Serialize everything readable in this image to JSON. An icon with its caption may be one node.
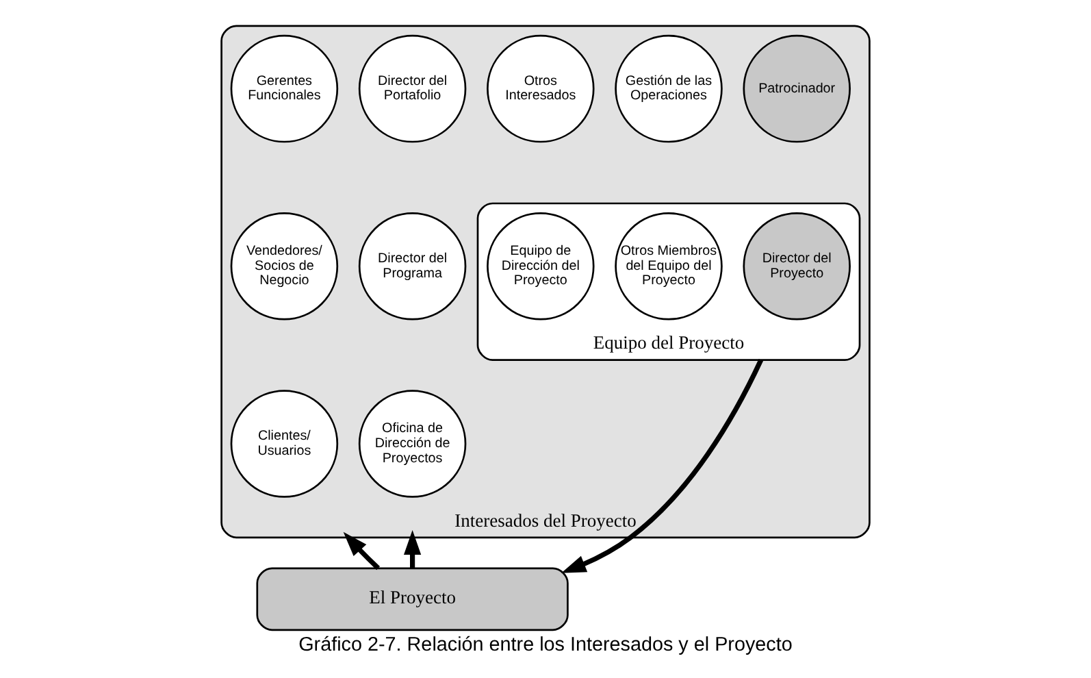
{
  "diagram": {
    "caption": "Gráfico 2-7. Relación entre los Interesados y el Proyecto",
    "nodes": [
      {
        "text": [
          "Interesados del Proyecto"
        ]
      },
      {
        "text": [
          "Director del Portafolio"
        ],
        "in": 0
      },
      {
        "text": [
          "Otros Interesados"
        ],
        "in": 0
      },
      {
        "text": [
          "Patrocinador"
        ],
        "in": 0
      },
      {
        "text": [
          "Gestión de las Operaciones"
        ],
        "in": 0
      },
      {
        "text": [
          "Gerentes Funcionales"
        ],
        "in": 0
      },
      {
        "text": [
          "Equipo del Proyecto"
        ],
        "in": 0
      },
      {
        "text": [
          "Equipo de Dirección del Proyecto"
        ],
        "in": 6
      },
      {
        "text": [
          "Director del Proyecto"
        ],
        "in": 6
      },
      {
        "text": [
          "Otros Miembros del Equipo del Proyecto"
        ],
        "in": 6
      },
      {
        "text": [
          "Director del Programa"
        ],
        "in": 0
      },
      {
        "text": [
          "Vendedores/ Socios de Negocio"
        ],
        "in": 0
      },
      {
        "text": [
          "Oficina de Dirección de Proyectos"
        ],
        "in": 0
      },
      {
        "text": [
          "Clientes/ Usuarios"
        ],
        "in": 0
      },
      {
        "text": [
          "El Proyecto"
        ]
      }
    ],
    "edges": [
      {
        "from": 6,
        "to": 14,
        "arrow": "to"
      },
      {
        "from": 14,
        "to": 0,
        "arrow": "to"
      },
      {
        "from": 14,
        "to": 0,
        "arrow": "to"
      }
    ]
  }
}
